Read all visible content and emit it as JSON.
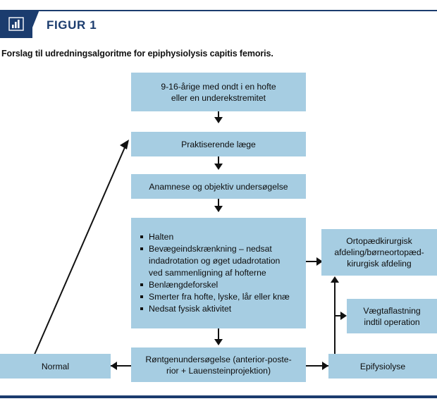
{
  "header": {
    "badge_icon": "bar-chart-icon",
    "figure_label": "FIGUR 1",
    "caption": "Forslag til udredningsalgoritme for epiphysiolysis capitis femoris.",
    "accent_color": "#1b3c6e",
    "node_fill_color": "#a6cde2"
  },
  "flowchart": {
    "type": "flowchart",
    "nodes": {
      "patients": {
        "line1": "9-16-årige med ondt i en hofte",
        "line2": "eller en underekstremitet"
      },
      "gp": {
        "label": "Praktiserende læge"
      },
      "history": {
        "label": "Anamnese og objektiv undersøgelse"
      },
      "findings": {
        "items": [
          {
            "line1": "Halten"
          },
          {
            "line1": "Bevægeindskrænkning – nedsat",
            "line2": "indadrotation og øget udadrotation",
            "line3": "ved sammenligning af hofterne"
          },
          {
            "line1": "Benlængdeforskel"
          },
          {
            "line1": "Smerter fra hofte, lyske, lår eller knæ"
          },
          {
            "line1": "Nedsat fysisk aktivitet"
          }
        ]
      },
      "orthopedic": {
        "line1": "Ortopædkirurgisk",
        "line2": "afdeling/børneortopæd-",
        "line3": "kirurgisk afdeling"
      },
      "weight_relief": {
        "line1": "Vægtaflastning",
        "line2": "indtil operation"
      },
      "xray": {
        "line1": "Røntgenundersøgelse (anterior-poste-",
        "line2": "rior + Lauensteinprojektion)"
      },
      "normal": {
        "label": "Normal"
      },
      "epiphysiolysis": {
        "label": "Epifysiolyse"
      }
    },
    "edges": [
      {
        "from": "patients",
        "to": "gp",
        "direction": "down"
      },
      {
        "from": "gp",
        "to": "history",
        "direction": "down"
      },
      {
        "from": "history",
        "to": "findings",
        "direction": "down"
      },
      {
        "from": "findings",
        "to": "orthopedic",
        "direction": "right"
      },
      {
        "from": "findings",
        "to": "xray",
        "direction": "down"
      },
      {
        "from": "xray",
        "to": "normal",
        "direction": "left"
      },
      {
        "from": "xray",
        "to": "epiphysiolysis",
        "direction": "right"
      },
      {
        "from": "normal",
        "to": "gp",
        "direction": "diagonal-up-right"
      },
      {
        "from": "epiphysiolysis",
        "to": "orthopedic",
        "direction": "up"
      },
      {
        "from": "epiphysiolysis",
        "to": "weight_relief",
        "direction": "right-branch"
      }
    ]
  }
}
